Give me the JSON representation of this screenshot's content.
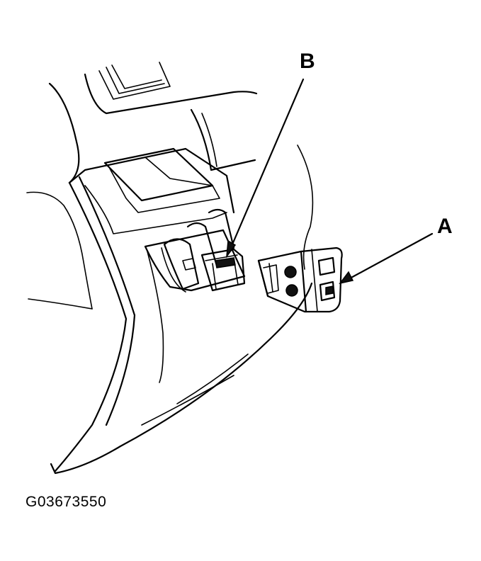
{
  "labels": {
    "a": "A",
    "b": "B"
  },
  "figure_id": "G03673550"
}
